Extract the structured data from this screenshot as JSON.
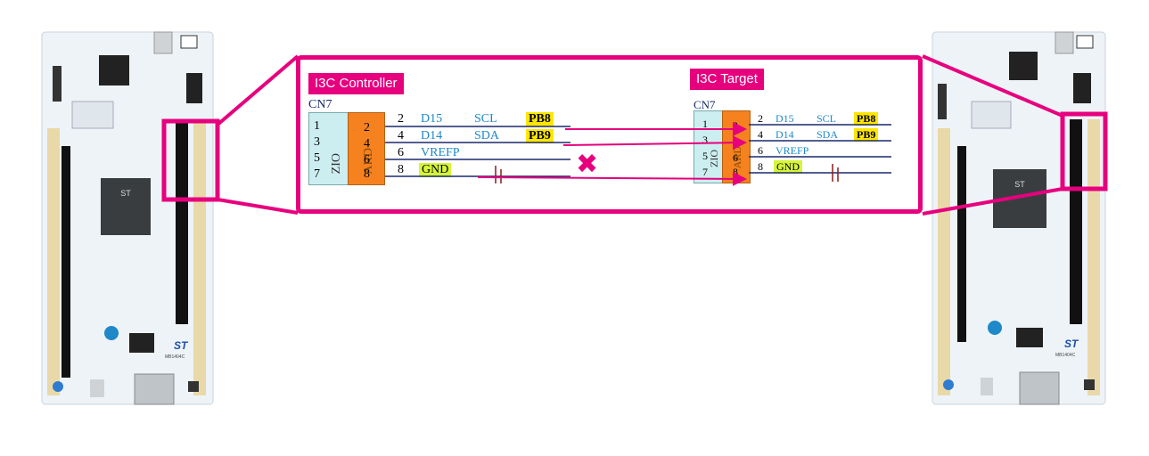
{
  "labels": {
    "controller": "I3C Controller",
    "target": "I3C Target"
  },
  "header_left": {
    "connector": "CN7",
    "zio": "ZIO",
    "ard": "ARD",
    "odd_pins": [
      "1",
      "3",
      "5",
      "7"
    ],
    "even_pins": [
      "2",
      "4",
      "6",
      "8"
    ],
    "rows": [
      {
        "pin": "2",
        "name": "D15",
        "func": "SCL",
        "port": "PB8"
      },
      {
        "pin": "4",
        "name": "D14",
        "func": "SDA",
        "port": "PB9"
      },
      {
        "pin": "6",
        "name": "VREFP",
        "func": "",
        "port": ""
      },
      {
        "pin": "8",
        "name": "GND",
        "func": "",
        "port": ""
      }
    ]
  },
  "header_right": {
    "connector": "CN7",
    "zio": "ZIO",
    "ard": "ARD",
    "odd_pins": [
      "1",
      "3",
      "5",
      "7"
    ],
    "even_pins": [
      "2",
      "4",
      "6",
      "8"
    ],
    "rows": [
      {
        "pin": "2",
        "name": "D15",
        "func": "SCL",
        "port": "PB8"
      },
      {
        "pin": "4",
        "name": "D14",
        "func": "SDA",
        "port": "PB9"
      },
      {
        "pin": "6",
        "name": "VREFP",
        "func": "",
        "port": ""
      },
      {
        "pin": "8",
        "name": "GND",
        "func": "",
        "port": ""
      }
    ]
  },
  "board": {
    "model": "MB1404C",
    "brand": "ST"
  },
  "markers": {
    "not_connected": "✖"
  },
  "colors": {
    "accent": "#e6007e",
    "zio_fill": "#cdeef0",
    "ard_fill": "#f5821f",
    "signal_text": "#1e88c8",
    "port_highlight": "#ffe600",
    "gnd_highlight": "#d6f53a"
  }
}
